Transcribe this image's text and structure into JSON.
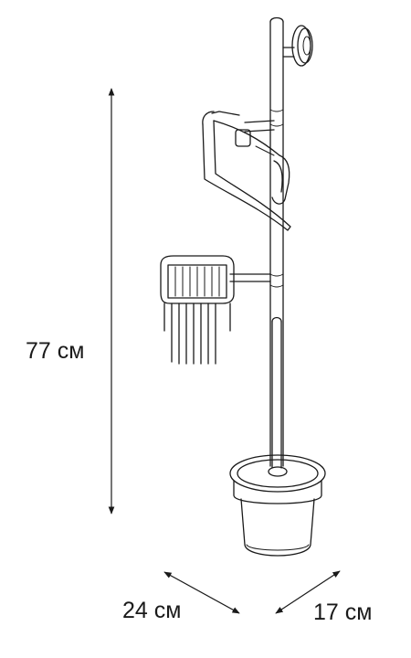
{
  "dimensions": {
    "height": "77 см",
    "width": "24 см",
    "depth": "17 см"
  }
}
